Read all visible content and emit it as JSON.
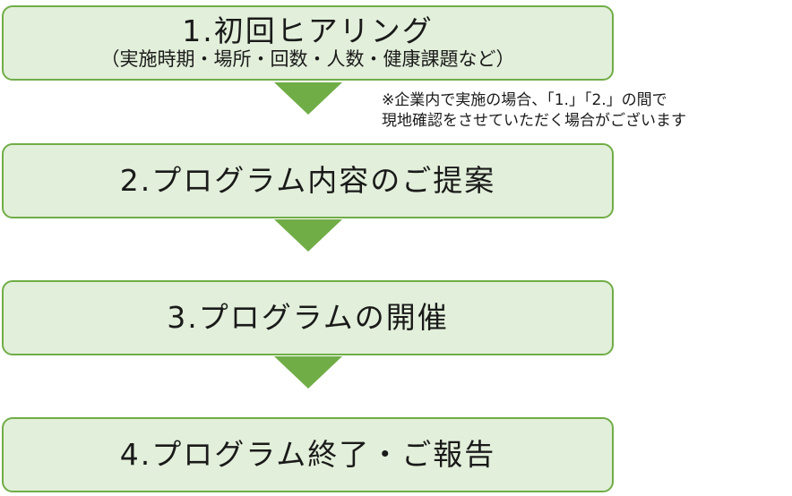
{
  "steps": [
    {
      "title": "1.初回ヒアリング",
      "subtitle": "（実施時期・場所・回数・人数・健康課題など）"
    },
    {
      "title": "2.プログラム内容のご提案"
    },
    {
      "title": "3.プログラムの開催"
    },
    {
      "title": "4.プログラム終了・ご報告"
    }
  ],
  "note": {
    "line1": "※企業内で実施の場合、「1.」「2.」の間で",
    "line2": "現地確認をさせていただく場合がございます"
  },
  "colors": {
    "box_fill": "#e2efda",
    "border": "#70ad47",
    "arrow": "#70ad47"
  }
}
